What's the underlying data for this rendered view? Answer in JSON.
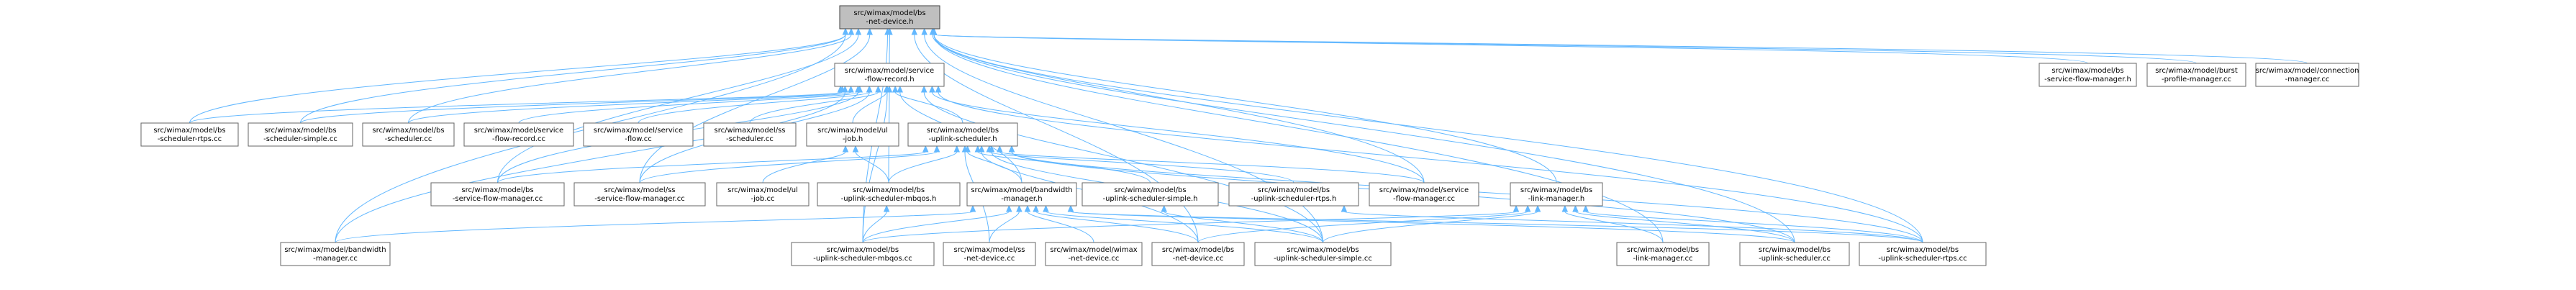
{
  "graph": {
    "root_id": "n0",
    "colors": {
      "edge": "#63b8ff",
      "node_border": "#666666",
      "root_fill": "#bfbfbf",
      "node_fill": "#ffffff"
    },
    "nodes": [
      {
        "id": "n0",
        "lines": [
          "src/wimax/model/bs",
          "-net-device.h"
        ]
      },
      {
        "id": "n1",
        "lines": [
          "src/wimax/model/service",
          "-flow-record.h"
        ]
      },
      {
        "id": "n2",
        "lines": [
          "src/wimax/model/bs",
          "-service-flow-manager.h"
        ]
      },
      {
        "id": "n3",
        "lines": [
          "src/wimax/model/burst",
          "-profile-manager.cc"
        ]
      },
      {
        "id": "n4",
        "lines": [
          "src/wimax/model/connection",
          "-manager.cc"
        ]
      },
      {
        "id": "n5",
        "lines": [
          "src/wimax/model/bs",
          "-scheduler-rtps.cc"
        ]
      },
      {
        "id": "n6",
        "lines": [
          "src/wimax/model/bs",
          "-scheduler-simple.cc"
        ]
      },
      {
        "id": "n7",
        "lines": [
          "src/wimax/model/bs",
          "-scheduler.cc"
        ]
      },
      {
        "id": "n8",
        "lines": [
          "src/wimax/model/service",
          "-flow-record.cc"
        ]
      },
      {
        "id": "n9",
        "lines": [
          "src/wimax/model/service",
          "-flow.cc"
        ]
      },
      {
        "id": "n10",
        "lines": [
          "src/wimax/model/ss",
          "-scheduler.cc"
        ]
      },
      {
        "id": "n11",
        "lines": [
          "src/wimax/model/ul",
          "-job.h"
        ]
      },
      {
        "id": "n12",
        "lines": [
          "src/wimax/model/bs",
          "-uplink-scheduler.h"
        ]
      },
      {
        "id": "n13",
        "lines": [
          "src/wimax/model/bs",
          "-service-flow-manager.cc"
        ]
      },
      {
        "id": "n14",
        "lines": [
          "src/wimax/model/ss",
          "-service-flow-manager.cc"
        ]
      },
      {
        "id": "n15",
        "lines": [
          "src/wimax/model/ul",
          "-job.cc"
        ]
      },
      {
        "id": "n16",
        "lines": [
          "src/wimax/model/bs",
          "-uplink-scheduler-mbqos.h"
        ]
      },
      {
        "id": "n17",
        "lines": [
          "src/wimax/model/bandwidth",
          "-manager.h"
        ]
      },
      {
        "id": "n18",
        "lines": [
          "src/wimax/model/bs",
          "-uplink-scheduler-simple.h"
        ]
      },
      {
        "id": "n19",
        "lines": [
          "src/wimax/model/bs",
          "-uplink-scheduler-rtps.h"
        ]
      },
      {
        "id": "n20",
        "lines": [
          "src/wimax/model/service",
          "-flow-manager.cc"
        ]
      },
      {
        "id": "n21",
        "lines": [
          "src/wimax/model/bs",
          "-link-manager.h"
        ]
      },
      {
        "id": "n22",
        "lines": [
          "src/wimax/model/bandwidth",
          "-manager.cc"
        ]
      },
      {
        "id": "n23",
        "lines": [
          "src/wimax/model/bs",
          "-uplink-scheduler-mbqos.cc"
        ]
      },
      {
        "id": "n24",
        "lines": [
          "src/wimax/model/ss",
          "-net-device.cc"
        ]
      },
      {
        "id": "n25",
        "lines": [
          "src/wimax/model/wimax",
          "-net-device.cc"
        ]
      },
      {
        "id": "n26",
        "lines": [
          "src/wimax/model/bs",
          "-net-device.cc"
        ]
      },
      {
        "id": "n27",
        "lines": [
          "src/wimax/model/bs",
          "-uplink-scheduler-simple.cc"
        ]
      },
      {
        "id": "n28",
        "lines": [
          "src/wimax/model/bs",
          "-link-manager.cc"
        ]
      },
      {
        "id": "n29",
        "lines": [
          "src/wimax/model/bs",
          "-uplink-scheduler.cc"
        ]
      },
      {
        "id": "n30",
        "lines": [
          "src/wimax/model/bs",
          "-uplink-scheduler-rtps.cc"
        ]
      }
    ],
    "edges": [
      [
        "n1",
        "n0"
      ],
      [
        "n2",
        "n0"
      ],
      [
        "n3",
        "n0"
      ],
      [
        "n4",
        "n0"
      ],
      [
        "n5",
        "n0"
      ],
      [
        "n6",
        "n0"
      ],
      [
        "n7",
        "n0"
      ],
      [
        "n13",
        "n0"
      ],
      [
        "n14",
        "n0"
      ],
      [
        "n20",
        "n0"
      ],
      [
        "n21",
        "n0"
      ],
      [
        "n22",
        "n0"
      ],
      [
        "n23",
        "n0"
      ],
      [
        "n26",
        "n0"
      ],
      [
        "n27",
        "n0"
      ],
      [
        "n28",
        "n0"
      ],
      [
        "n29",
        "n0"
      ],
      [
        "n30",
        "n0"
      ],
      [
        "n5",
        "n1"
      ],
      [
        "n6",
        "n1"
      ],
      [
        "n7",
        "n1"
      ],
      [
        "n8",
        "n1"
      ],
      [
        "n9",
        "n1"
      ],
      [
        "n10",
        "n1"
      ],
      [
        "n11",
        "n1"
      ],
      [
        "n12",
        "n1"
      ],
      [
        "n13",
        "n1"
      ],
      [
        "n14",
        "n1"
      ],
      [
        "n16",
        "n1"
      ],
      [
        "n17",
        "n1"
      ],
      [
        "n20",
        "n1"
      ],
      [
        "n22",
        "n1"
      ],
      [
        "n23",
        "n1"
      ],
      [
        "n27",
        "n1"
      ],
      [
        "n30",
        "n1"
      ],
      [
        "n15",
        "n11"
      ],
      [
        "n16",
        "n11"
      ],
      [
        "n13",
        "n12"
      ],
      [
        "n14",
        "n12"
      ],
      [
        "n16",
        "n12"
      ],
      [
        "n17",
        "n12"
      ],
      [
        "n18",
        "n12"
      ],
      [
        "n19",
        "n12"
      ],
      [
        "n20",
        "n12"
      ],
      [
        "n24",
        "n12"
      ],
      [
        "n26",
        "n12"
      ],
      [
        "n27",
        "n12"
      ],
      [
        "n29",
        "n12"
      ],
      [
        "n30",
        "n12"
      ],
      [
        "n22",
        "n17"
      ],
      [
        "n23",
        "n17"
      ],
      [
        "n24",
        "n17"
      ],
      [
        "n25",
        "n17"
      ],
      [
        "n26",
        "n17"
      ],
      [
        "n27",
        "n17"
      ],
      [
        "n29",
        "n17"
      ],
      [
        "n30",
        "n17"
      ],
      [
        "n23",
        "n16"
      ],
      [
        "n27",
        "n18"
      ],
      [
        "n30",
        "n19"
      ],
      [
        "n23",
        "n21"
      ],
      [
        "n26",
        "n21"
      ],
      [
        "n27",
        "n21"
      ],
      [
        "n28",
        "n21"
      ],
      [
        "n29",
        "n21"
      ],
      [
        "n30",
        "n21"
      ]
    ]
  }
}
